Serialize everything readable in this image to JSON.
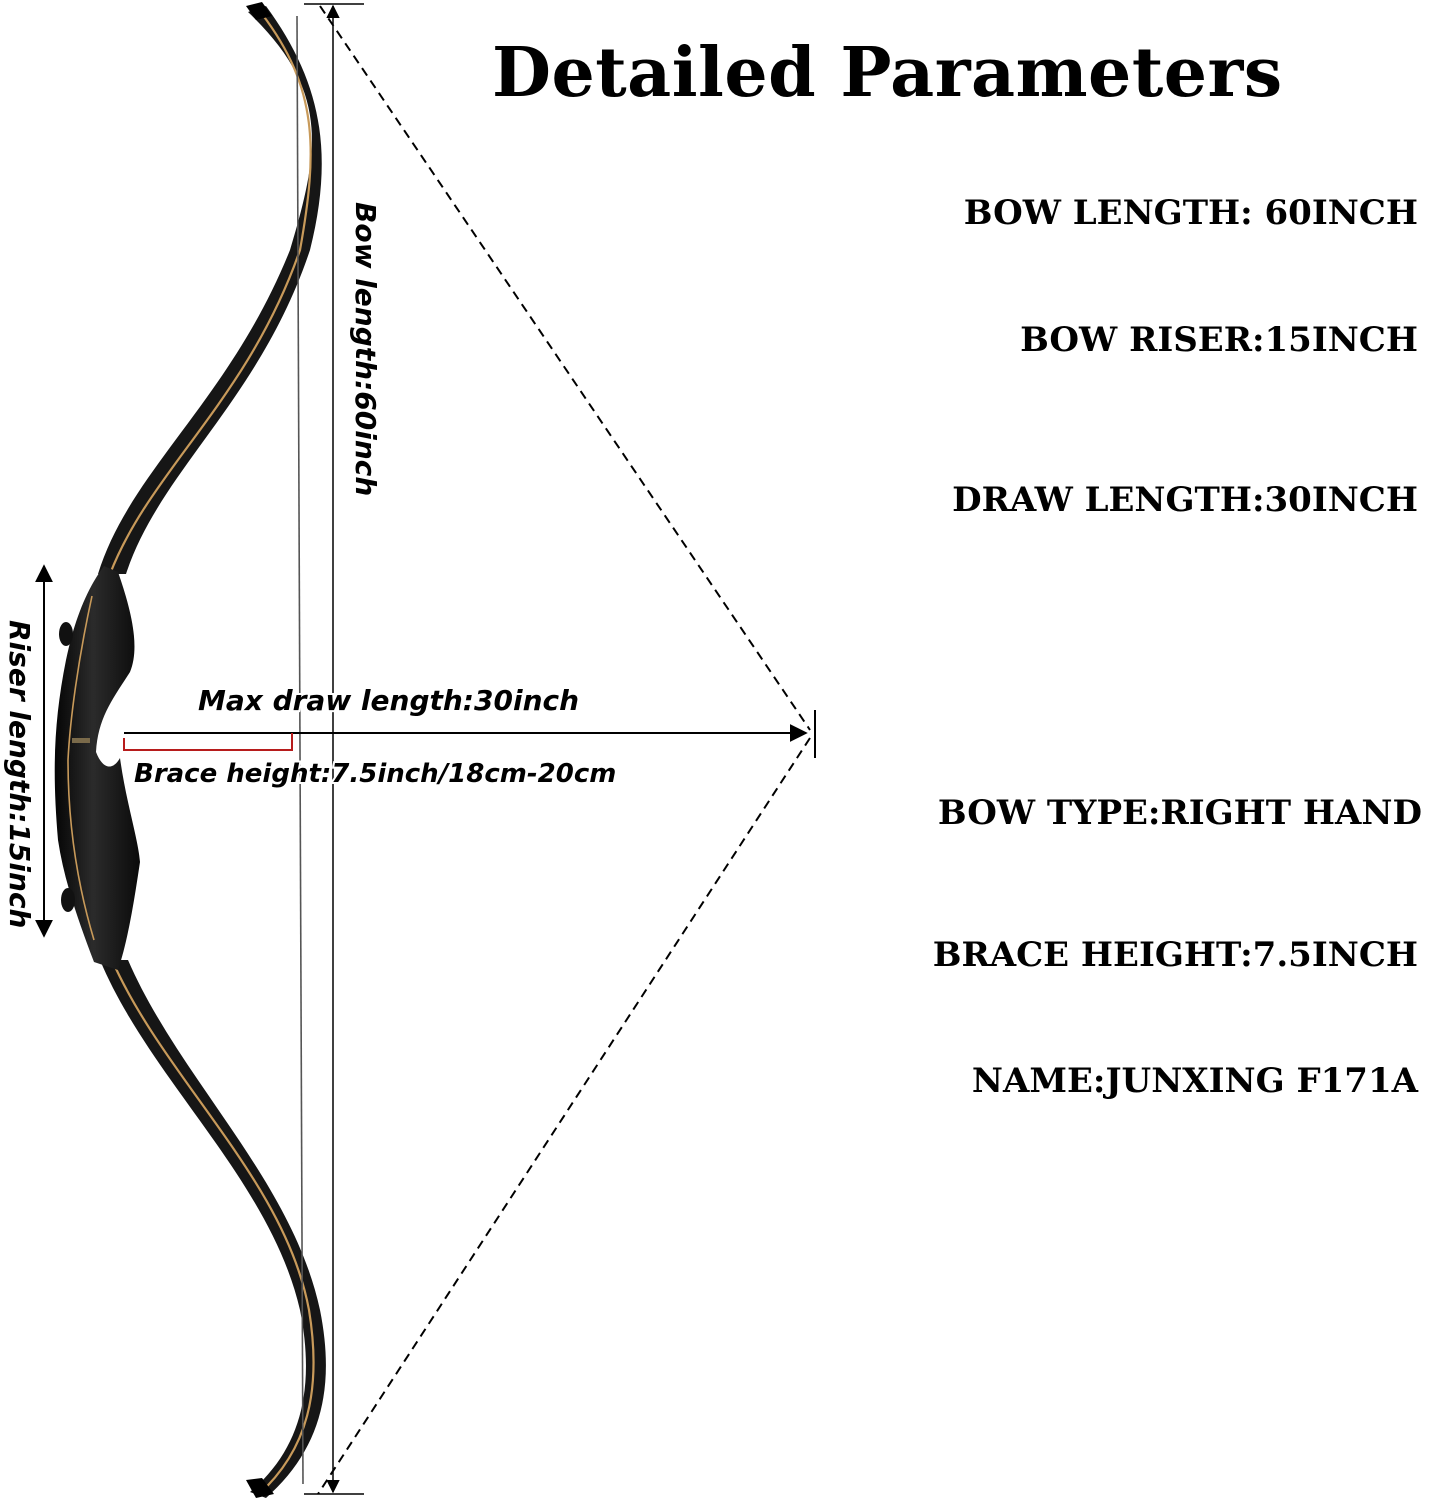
{
  "title": "Detailed Parameters",
  "parameters": [
    "BOW LENGTH: 60INCH",
    "BOW RISER:15INCH",
    "DRAW LENGTH:30INCH",
    "BOW TYPE:RIGHT HAND",
    "BRACE HEIGHT:7.5INCH",
    "NAME:JUNXING F171A"
  ],
  "annotations": {
    "bow_length": "Bow length:60inch",
    "riser_length": "Riser length:15inch",
    "max_draw_length": "Max draw length:30inch",
    "brace_height": "Brace height:7.5inch/18cm-20cm"
  },
  "colors": {
    "limb": "#161616",
    "limb_stripe": "#c89a5a",
    "brace_marker": "#b71c1c",
    "lines": "#000000"
  }
}
